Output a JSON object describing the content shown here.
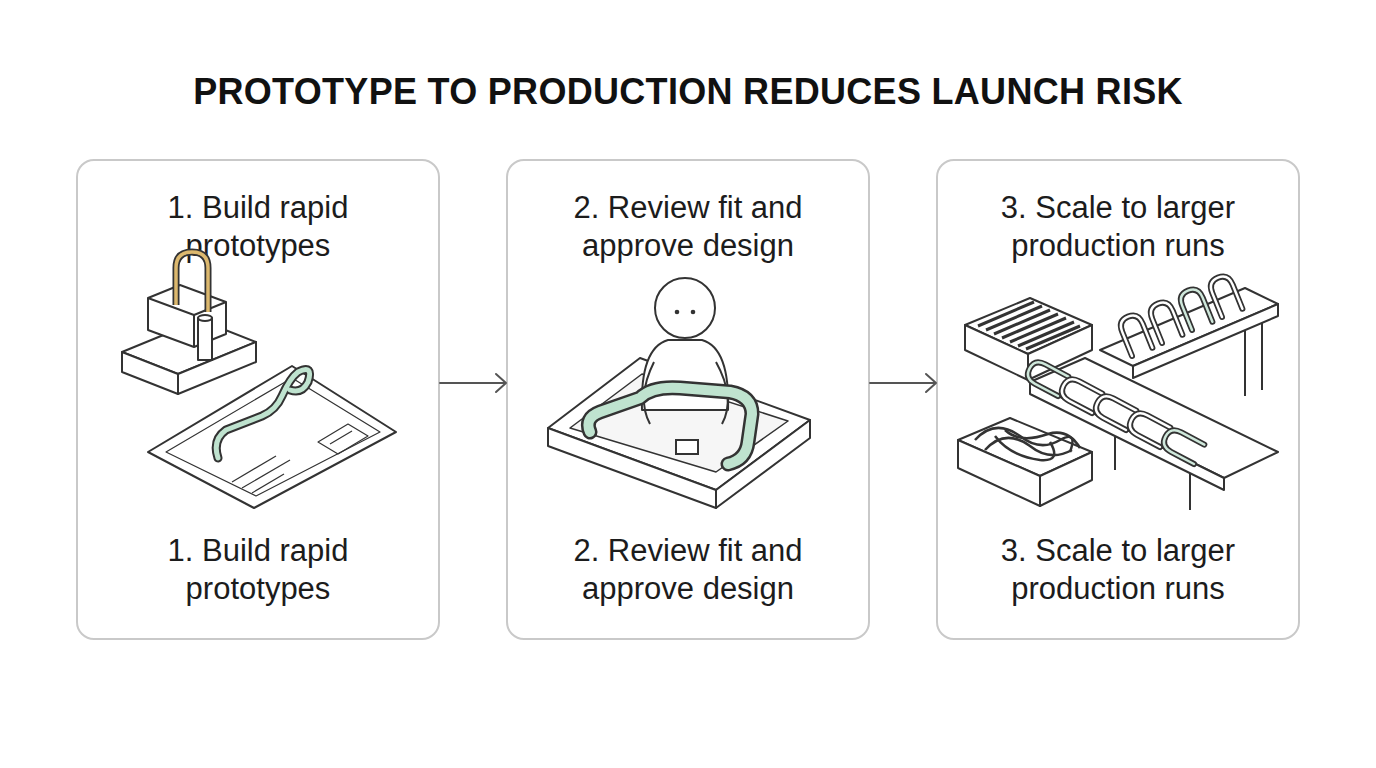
{
  "diagram": {
    "title": "PROTOTYPE TO PRODUCTION REDUCES LAUNCH RISK",
    "nodes": [
      {
        "text": [
          "1. Build rapid prototypes",
          "1. Build rapid prototypes"
        ]
      },
      {
        "text": [
          "2. Review fit and approve design",
          "2. Review fit and approve design"
        ]
      },
      {
        "text": [
          "3. Scale to larger production runs",
          "3. Scale to larger production runs"
        ]
      }
    ],
    "edges": [
      {
        "from": 0,
        "to": 1,
        "arrow": "to"
      },
      {
        "from": 1,
        "to": 2,
        "arrow": "to"
      }
    ]
  }
}
